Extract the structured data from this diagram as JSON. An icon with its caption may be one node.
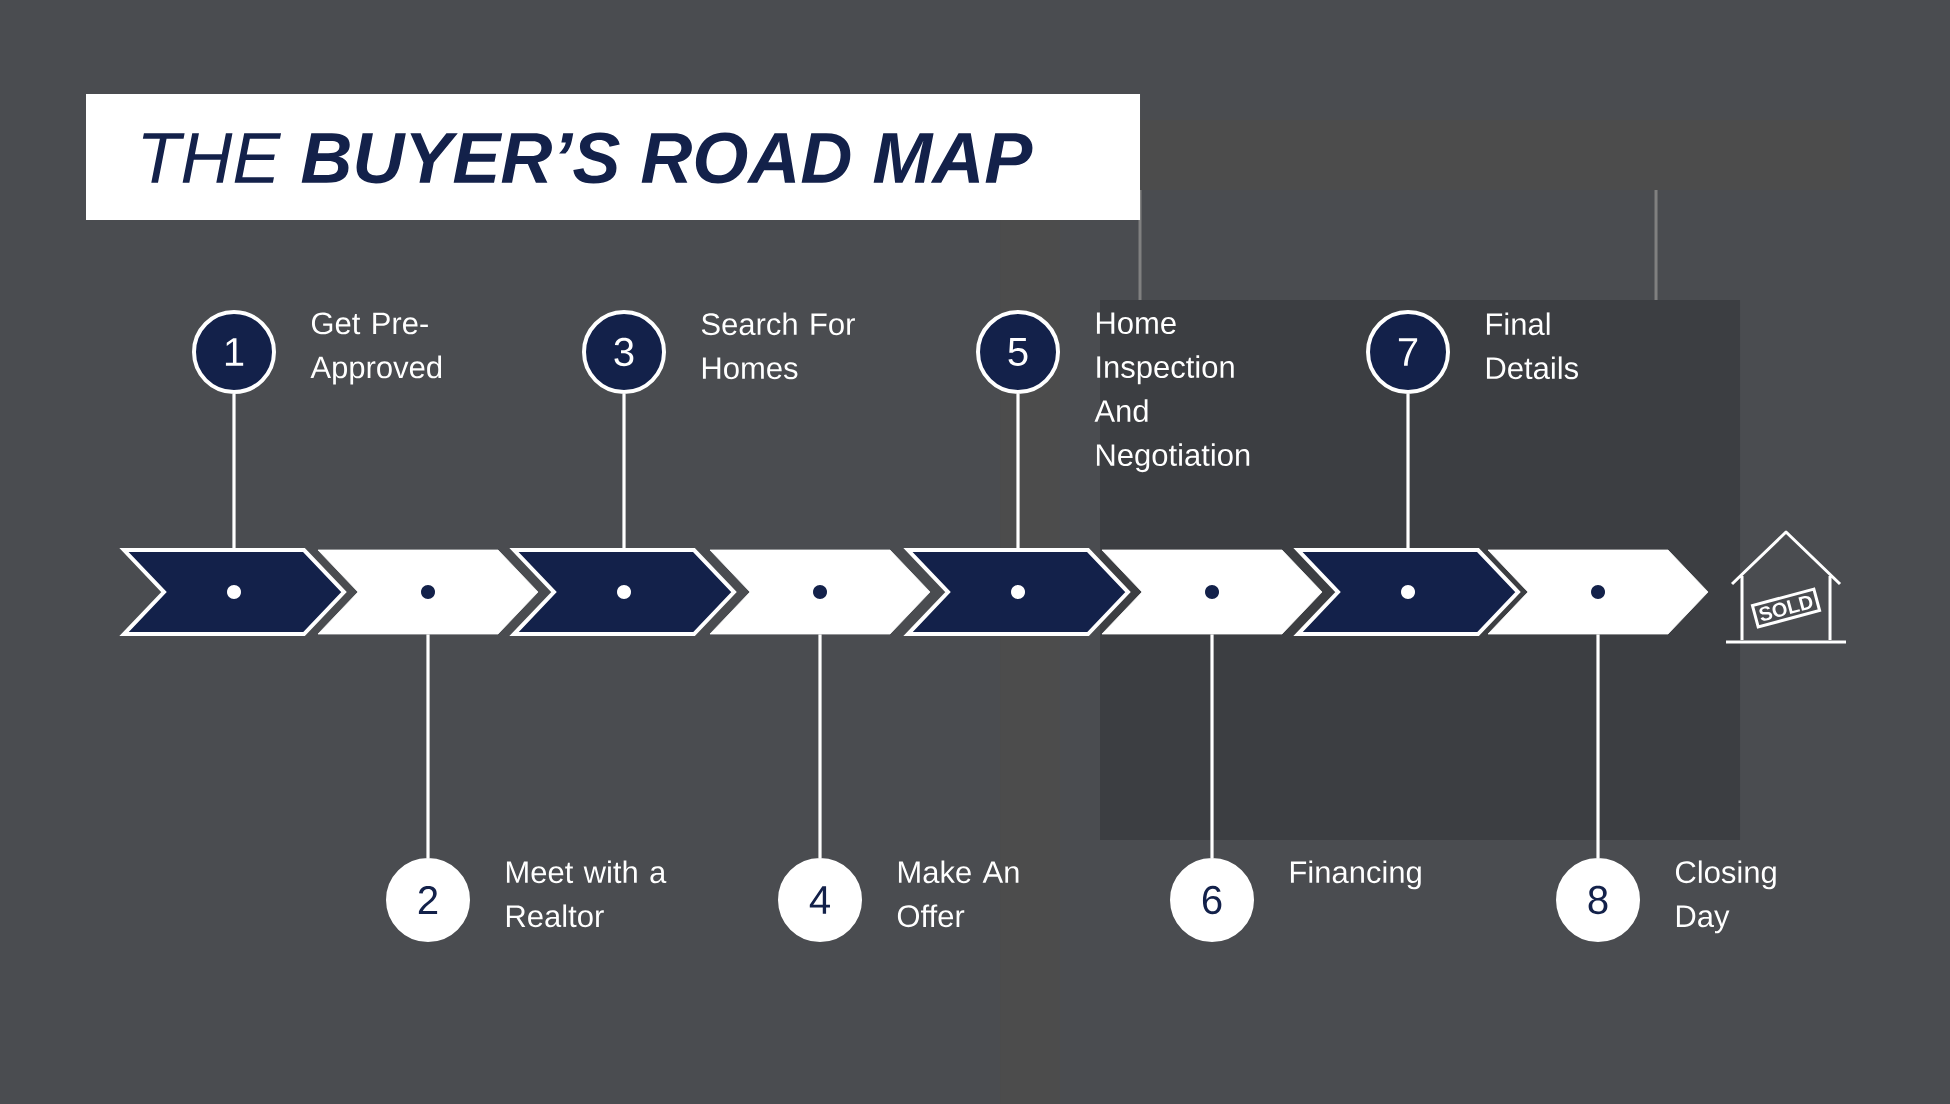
{
  "diagram": {
    "title": "THE **BUYER’S ROAD MAP**",
    "nodes": [
      {
        "text": [],
        "shape": "chevron"
      },
      {
        "text": [],
        "shape": "chevron"
      },
      {
        "text": [],
        "shape": "chevron"
      },
      {
        "text": [],
        "shape": "chevron"
      },
      {
        "text": [],
        "shape": "chevron"
      },
      {
        "text": [],
        "shape": "chevron"
      },
      {
        "text": [],
        "shape": "chevron"
      },
      {
        "text": [],
        "shape": "chevron"
      },
      {
        "text": [
          "1"
        ],
        "beside": [
          "Get Pre-Approved"
        ]
      },
      {
        "text": [
          "2"
        ],
        "beside": [
          "Meet with a Realtor"
        ]
      },
      {
        "text": [
          "3"
        ],
        "beside": [
          "Search For Homes"
        ]
      },
      {
        "text": [
          "4"
        ],
        "beside": [
          "Make An Offer"
        ]
      },
      {
        "text": [
          "5"
        ],
        "beside": [
          "Home Inspection And Negotiation"
        ]
      },
      {
        "text": [
          "6"
        ],
        "beside": [
          "Financing"
        ]
      },
      {
        "text": [
          "7"
        ],
        "beside": [
          "Final Details"
        ]
      },
      {
        "text": [
          "8"
        ],
        "beside": [
          "Closing Day"
        ]
      }
    ],
    "edges": [
      {
        "from": 8,
        "to": 0,
        "arrow": "none"
      },
      {
        "from": 9,
        "to": 1,
        "arrow": "none"
      },
      {
        "from": 10,
        "to": 2,
        "arrow": "none"
      },
      {
        "from": 11,
        "to": 3,
        "arrow": "none"
      },
      {
        "from": 12,
        "to": 4,
        "arrow": "none"
      },
      {
        "from": 13,
        "to": 5,
        "arrow": "none"
      },
      {
        "from": 14,
        "to": 6,
        "arrow": "none"
      },
      {
        "from": 15,
        "to": 7,
        "arrow": "none"
      }
    ],
    "labels": [
      "SOLD"
    ]
  }
}
